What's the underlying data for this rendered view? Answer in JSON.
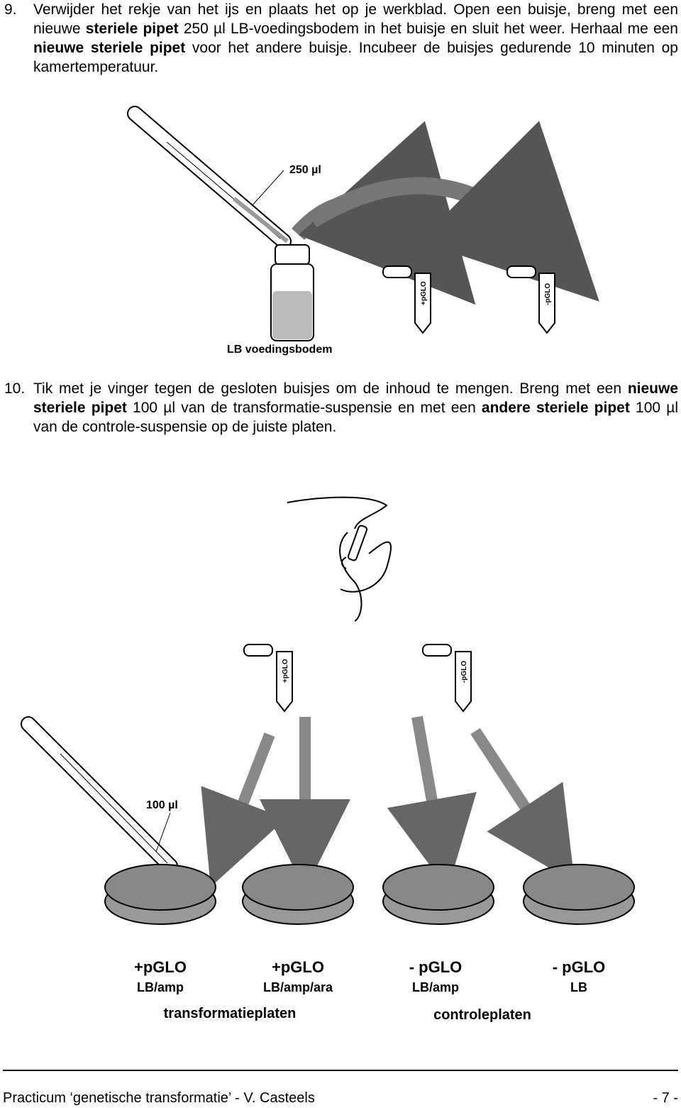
{
  "step9": {
    "number": "9.",
    "text": [
      {
        "t": "Verwijder het rekje van het ijs en plaats het op je werkblad. Open een buisje, breng met een nieuwe ",
        "b": false
      },
      {
        "t": "steriele pipet",
        "b": true
      },
      {
        "t": " 250 µl LB-voedingsbodem in het buisje en sluit het weer. Herhaal me een ",
        "b": false
      },
      {
        "t": "nieuwe steriele pipet",
        "b": true
      },
      {
        "t": " voor het andere buisje. Incubeer de buisjes gedurende 10 minuten op kamertemperatuur.",
        "b": false
      }
    ]
  },
  "figure1": {
    "volume_label": "250 µl",
    "bottle_label": "LB voedingsbodem",
    "tube_labels": [
      "+pGLO",
      "-pGLO"
    ]
  },
  "step10": {
    "number": "10.",
    "text": [
      {
        "t": "Tik met je vinger tegen de gesloten buisjes om de inhoud te mengen. Breng met een ",
        "b": false
      },
      {
        "t": "nieuwe steriele pipet",
        "b": true
      },
      {
        "t": " 100 µl van de transformatie-suspensie en met een ",
        "b": false
      },
      {
        "t": "andere steriele pipet",
        "b": true
      },
      {
        "t": " 100 µl van de controle-suspensie op de juiste platen.",
        "b": false
      }
    ]
  },
  "figure2": {
    "volume_label": "100 µl",
    "tube_labels": [
      "+pGLO",
      "-pGLO"
    ],
    "plates": [
      {
        "plasmid": "+pGLO",
        "medium": "LB/amp"
      },
      {
        "plasmid": "+pGLO",
        "medium": "LB/amp/ara"
      },
      {
        "plasmid": "- pGLO",
        "medium": "LB/amp"
      },
      {
        "plasmid": "- pGLO",
        "medium": "LB"
      }
    ],
    "group_left": "transformatieplaten",
    "group_right": "controleplaten"
  },
  "footer": {
    "title": "Practicum ‘genetische transformatie’ - V. Casteels",
    "page": "- 7 -"
  }
}
